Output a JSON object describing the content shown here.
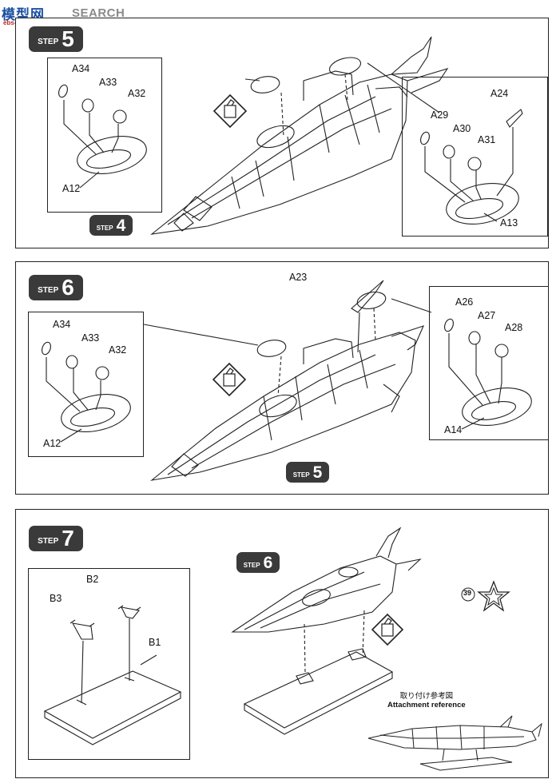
{
  "watermark": {
    "logo": "模型网",
    "text": "SEARCH",
    "url": "ebs-sohu.com"
  },
  "step5": {
    "label": "STEP",
    "number": "5",
    "ref_step": {
      "label": "STEP",
      "number": "4"
    },
    "left_parts": [
      "A34",
      "A33",
      "A32",
      "A12"
    ],
    "right_parts": [
      "A24",
      "A29",
      "A30",
      "A31",
      "A13"
    ]
  },
  "step6": {
    "label": "STEP",
    "number": "6",
    "ref_step": {
      "label": "STEP",
      "number": "5"
    },
    "top_part": "A23",
    "left_parts": [
      "A34",
      "A33",
      "A32",
      "A12"
    ],
    "right_parts": [
      "A26",
      "A27",
      "A28",
      "A14"
    ]
  },
  "step7": {
    "label": "STEP",
    "number": "7",
    "ref_step": {
      "label": "STEP",
      "number": "6"
    },
    "parts": [
      "B2",
      "B3",
      "B1"
    ],
    "attachment_jp": "取り付け参考図",
    "attachment_en": "Attachment reference",
    "nameplate_number": "39"
  },
  "colors": {
    "ink": "#222222",
    "step_badge": "#3a3a3a",
    "watermark_blue": "#1a4fa0",
    "watermark_red": "#c02020"
  },
  "icons": [
    "glue-icon",
    "star-emblem-icon"
  ]
}
